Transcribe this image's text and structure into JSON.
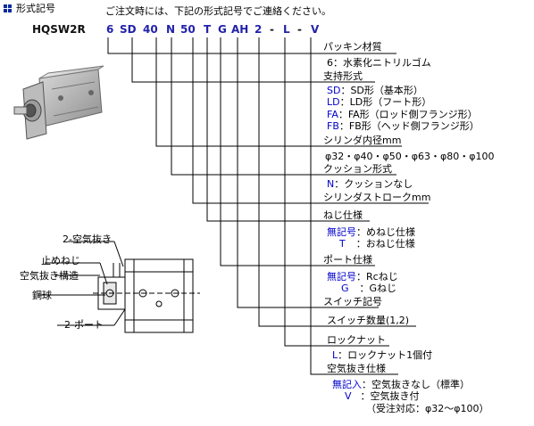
{
  "header": {
    "title": "形式記号",
    "note": "ご注文時には、下記の形式記号でご連絡ください。"
  },
  "code": {
    "parts": [
      "HQSW2R",
      "6",
      "SD",
      "40",
      "N",
      "50",
      "T",
      "G",
      "AH",
      "2",
      "-",
      "L",
      "-",
      "V"
    ]
  },
  "spec": {
    "packing": {
      "heading": "パッキン材質",
      "options": [
        "6：水素化ニトリルゴム"
      ]
    },
    "support": {
      "heading": "支持形式",
      "options": [
        {
          "code": "SD",
          "text": "：SD形（基本形）"
        },
        {
          "code": "LD",
          "text": "：LD形（フート形）"
        },
        {
          "code": "FA",
          "text": "：FA形（ロッド側フランジ形）"
        },
        {
          "code": "FB",
          "text": "：FB形（ヘッド側フランジ形）"
        }
      ]
    },
    "bore": {
      "heading": "シリンダ内径mm",
      "options": [
        "φ32・φ40・φ50・φ63・φ80・φ100"
      ]
    },
    "cushion": {
      "heading": "クッション形式",
      "code": "N",
      "text": "：クッションなし"
    },
    "stroke": {
      "heading": "シリンダストロークmm"
    },
    "thread": {
      "heading": "ねじ仕様",
      "options": [
        {
          "code": "無記号",
          "text": "：めねじ仕様"
        },
        {
          "code": "T",
          "text": "：おねじ仕様"
        }
      ]
    },
    "port": {
      "heading": "ポート仕様",
      "options": [
        {
          "code": "無記号",
          "text": "：Rcねじ"
        },
        {
          "code": "G",
          "text": "：Gねじ"
        }
      ]
    },
    "switch_code": {
      "heading": "スイッチ記号"
    },
    "switch_count": {
      "heading": "スイッチ数量(1,2)"
    },
    "locknut": {
      "heading": "ロックナット",
      "code": "L",
      "text": "：ロックナット1個付"
    },
    "air_vent": {
      "heading": "空気抜き仕様",
      "options": [
        {
          "code": "無記入",
          "text": "：空気抜きなし（標準）"
        },
        {
          "code": "V",
          "text": "：空気抜き付"
        }
      ],
      "note": "（受注対応：φ32～φ100）"
    }
  },
  "diagram": {
    "labels": {
      "air_vent": "2-空気抜き",
      "stop_screw": "止めねじ",
      "vent_structure": "空気抜き構造",
      "steel_ball": "鋼球",
      "port": "2-ポート"
    }
  }
}
